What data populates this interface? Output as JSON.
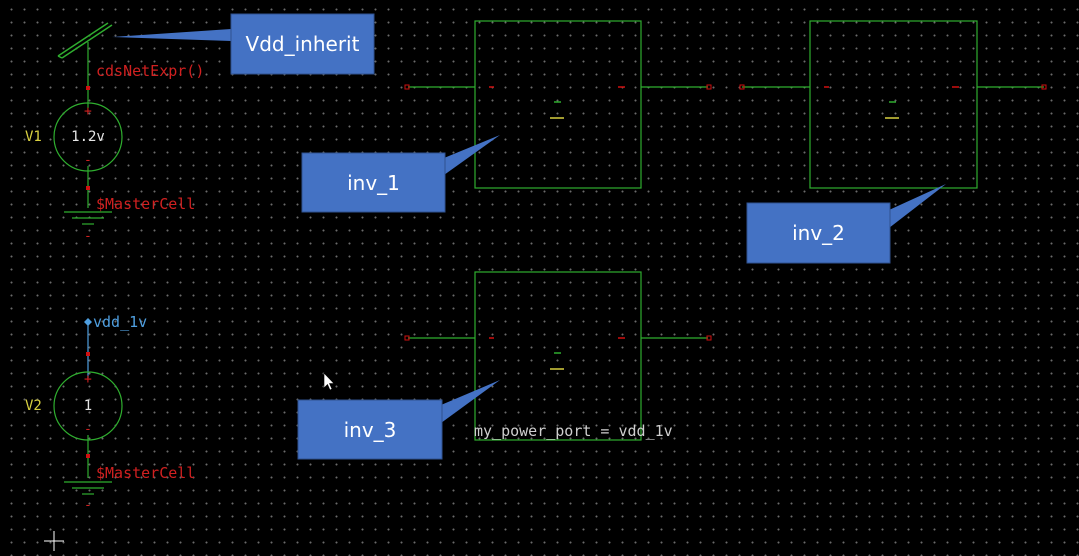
{
  "colors": {
    "background": "#000000",
    "wire": "#2fae2f",
    "instance_box": "#2fae2f",
    "pin": "#d01010",
    "net_label": "#d02020",
    "instance_name": "#d8d040",
    "source_value": "#e6e6e6",
    "pin_label_blue": "#4f9fe0",
    "callout": "#4472c4",
    "callout_text": "#ffffff",
    "property_text": "#cfcfcf"
  },
  "callouts": {
    "vdd_inherit": "Vdd_inherit",
    "inv_1": "inv_1",
    "inv_2": "inv_2",
    "inv_3": "inv_3"
  },
  "sources": {
    "v1": {
      "name": "V1",
      "value": "1.2v",
      "plus": "+",
      "minus": "-",
      "top_net": "cdsNetExpr()",
      "bottom_net": "$MasterCell",
      "ground_minus": "-"
    },
    "v2": {
      "name": "V2",
      "value": "1",
      "plus": "+",
      "minus": "-",
      "top_pin": "vdd_1v",
      "bottom_net": "$MasterCell",
      "ground_minus": "-"
    }
  },
  "property_text": "my_power_port = vdd_1v",
  "icons": {
    "pointer": "arrow-cursor-icon",
    "crosshair": "crosshair-cursor-icon"
  }
}
